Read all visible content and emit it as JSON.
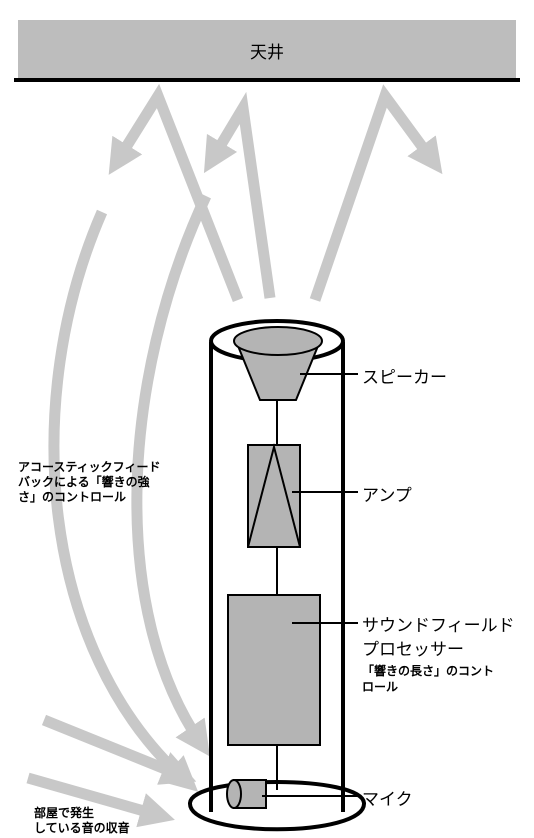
{
  "ceiling": {
    "label": "天井"
  },
  "labels": {
    "speaker": "スピーカー",
    "amp": "アンプ",
    "processor_line1": "サウンドフィールド",
    "processor_line2": "プロセッサー",
    "processor_note_line1": "「響きの長さ」のコント",
    "processor_note_line2": "ロール",
    "mic": "マイク",
    "feedback_line1": "アコースティックフィード",
    "feedback_line2": "バックによる「響きの強",
    "feedback_line3": "さ」のコントロール",
    "room_line1": "部屋で発生",
    "room_line2": "している音の収音"
  },
  "colors": {
    "ceiling_fill": "#bdbdbd",
    "arrow_gray": "#c8c8c8",
    "component_gray": "#b4b4b4",
    "outline": "#000000"
  }
}
